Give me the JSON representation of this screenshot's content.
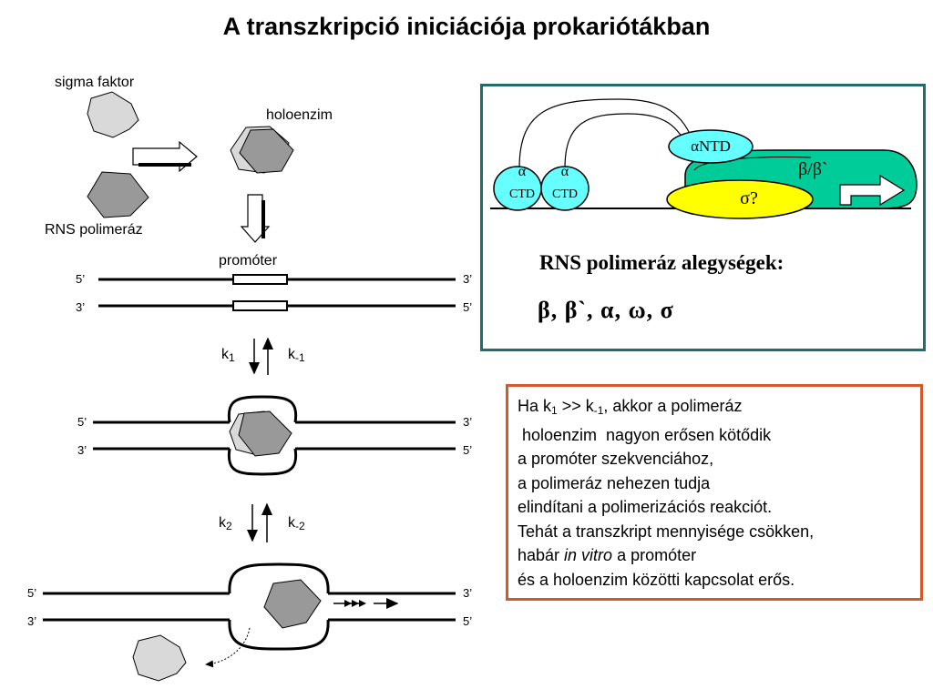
{
  "title": "A transzkripció iniciációja prokariótákban",
  "labels": {
    "sigma_factor": "sigma faktor",
    "holoenzyme": "holoenzim",
    "rna_polymerase": "RNS polimeráz",
    "promoter": "promóter"
  },
  "strand_ends": {
    "five": "5’",
    "three": "3’"
  },
  "rates": {
    "k": "k",
    "k1_sub": "1",
    "km1_sub": "-1",
    "k2_sub": "2",
    "km2_sub": "-2"
  },
  "subunit_diagram": {
    "alpha_symbol": "α",
    "ctd": "CTD",
    "alpha_ntd": "αNTD",
    "beta_beta_prime": "β/β`",
    "sigma": "σ?",
    "heading": "RNS polimeráz alegységek:",
    "subunits": "β,  β`,  α,  ω,  σ"
  },
  "info": {
    "l1_a": "Ha k",
    "l1_sub1": "1",
    "l1_b": " >> k",
    "l1_sub2": "-1",
    "l1_c": ", akkor a polimeráz",
    "l2": " holoenzim  nagyon erősen kötődik",
    "l3": "a promóter szekvenciához,",
    "l4": "a polimeráz nehezen tudja",
    "l5": "elindítani a polimerizációs reakciót.",
    "l6": "Tehát a transzkript mennyisége csökken,",
    "l7_a": "habár ",
    "l7_italic": "in vitro",
    "l7_b": " a promóter",
    "l8": "és a holoenzim közötti kapcsolat erős."
  },
  "colors": {
    "subunit_box_border": "#1f6e6a",
    "cyan": "#66ffff",
    "green": "#00cc99",
    "yellow": "#ffff00",
    "info_border": "#d05a2c",
    "grey_dark": "#999999",
    "grey_light": "#d9d9d9"
  }
}
